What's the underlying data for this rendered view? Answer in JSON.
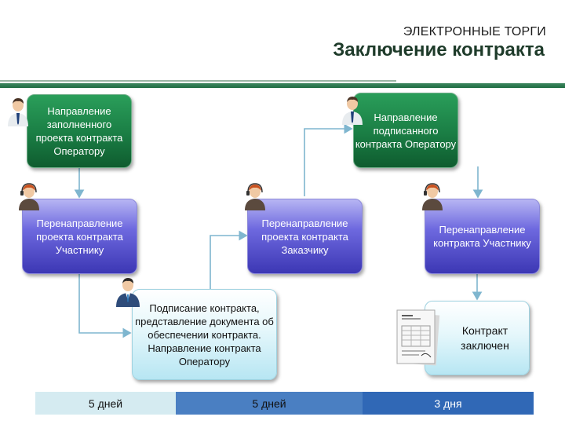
{
  "header": {
    "subtitle": "ЭЛЕКТРОННЫЕ ТОРГИ",
    "title": "Заключение контракта"
  },
  "steps": {
    "send_filled_to_operator": "Направление заполненного проекта контракта Оператору",
    "send_signed_to_operator": "Направление подписанного контракта Оператору",
    "redirect_draft_to_participant": "Перенаправление проекта контракта Участнику",
    "redirect_draft_to_customer": "Перенаправление проекта контракта Заказчику",
    "redirect_contract_to_participant": "Перенаправление контракта Участнику",
    "sign_and_provide_security": "Подписание контракта, представление документа об обеспечении контракта. Направление контракта Оператору",
    "contract_concluded": "Контракт заключен"
  },
  "timeline": [
    {
      "label": "5 дней",
      "color": "#d5ebf1"
    },
    {
      "label": "5 дней",
      "color": "#4a7fc2"
    },
    {
      "label": "3 дня",
      "color": "#3068b6"
    }
  ],
  "colors": {
    "green_box": "#1a7d44",
    "purple_box": "#4d48c8",
    "light_box": "#d7f1f8",
    "connector": "#7fb6cf",
    "header_rule": "#2a7a4e"
  },
  "icons": {
    "customer": "business-person-icon",
    "operator": "headset-operator-icon",
    "participant": "business-person-icon",
    "document": "document-icon"
  }
}
